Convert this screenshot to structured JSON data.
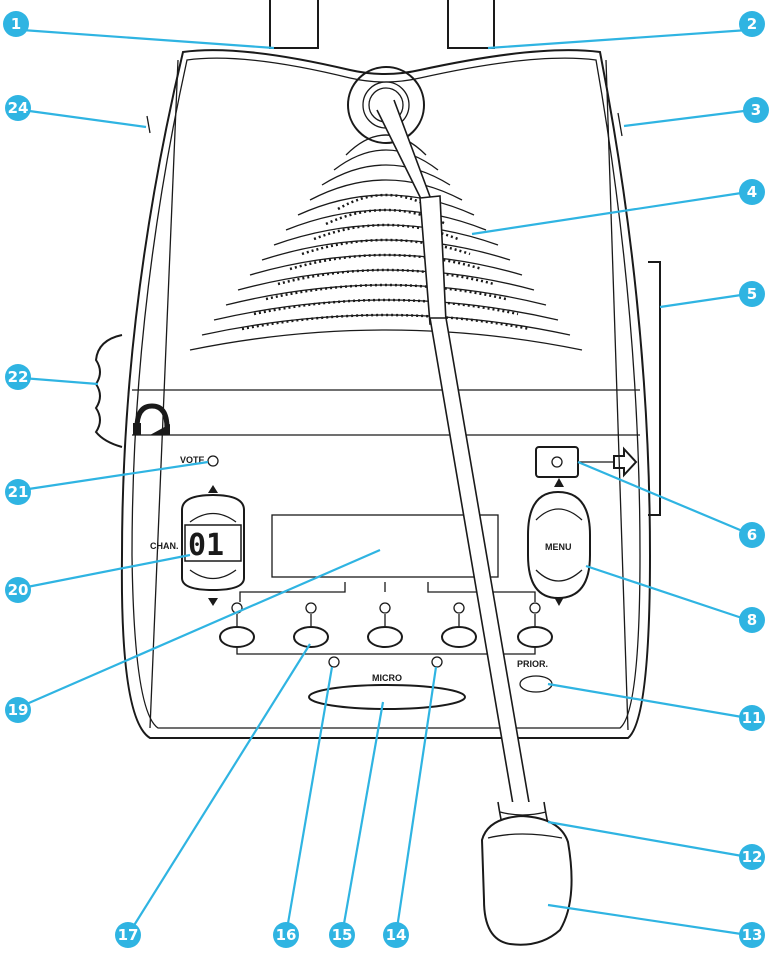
{
  "labels": {
    "vote": "VOTE",
    "chan": "CHAN.",
    "channel_display": "01",
    "menu": "MENU",
    "micro": "MICRO",
    "prior": "PRIOR."
  },
  "callouts": [
    {
      "id": "c1",
      "number": "1"
    },
    {
      "id": "c2",
      "number": "2"
    },
    {
      "id": "c3",
      "number": "3"
    },
    {
      "id": "c4",
      "number": "4"
    },
    {
      "id": "c5",
      "number": "5"
    },
    {
      "id": "c6",
      "number": "6"
    },
    {
      "id": "c8",
      "number": "8"
    },
    {
      "id": "c11",
      "number": "11"
    },
    {
      "id": "c12",
      "number": "12"
    },
    {
      "id": "c13",
      "number": "13"
    },
    {
      "id": "c14",
      "number": "14"
    },
    {
      "id": "c15",
      "number": "15"
    },
    {
      "id": "c16",
      "number": "16"
    },
    {
      "id": "c17",
      "number": "17"
    },
    {
      "id": "c19",
      "number": "19"
    },
    {
      "id": "c20",
      "number": "20"
    },
    {
      "id": "c21",
      "number": "21"
    },
    {
      "id": "c22",
      "number": "22"
    },
    {
      "id": "c24",
      "number": "24"
    }
  ],
  "colors": {
    "callout": "#2fb4e2",
    "outline": "#1a1a1a"
  }
}
